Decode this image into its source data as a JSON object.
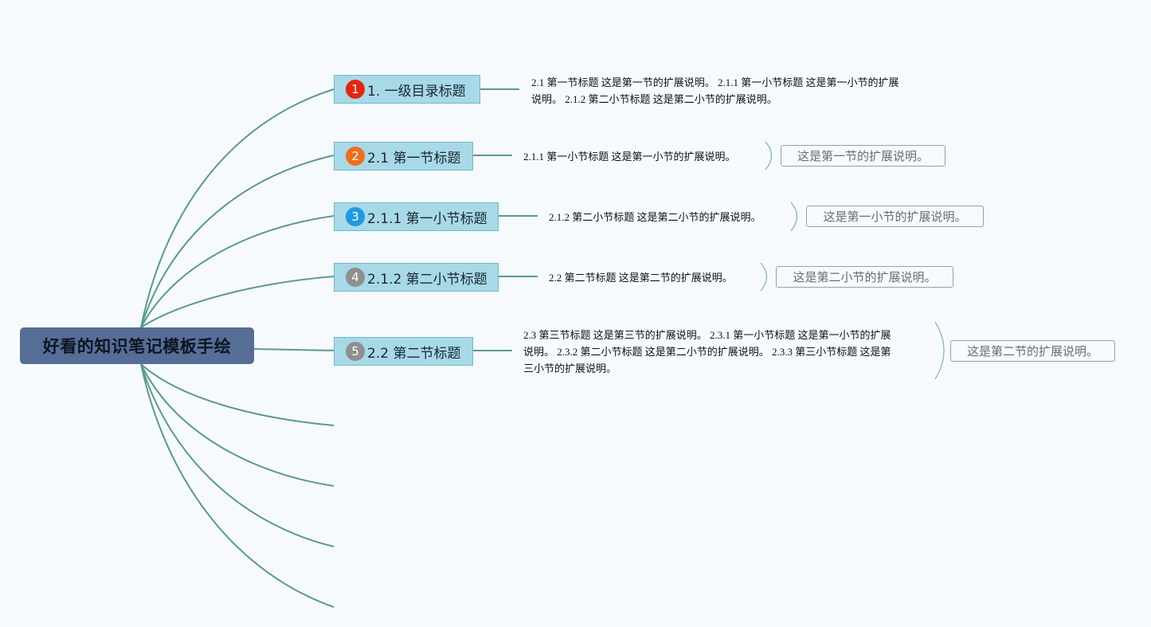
{
  "root": {
    "title": "好看的知识笔记模板手绘"
  },
  "topics": [
    {
      "badge": "1",
      "label": "1. 一级目录标题",
      "badge_color": "#e3260f"
    },
    {
      "badge": "2",
      "label": "2.1 第一节标题",
      "badge_color": "#ee6f1d"
    },
    {
      "badge": "3",
      "label": "2.1.1 第一小节标题",
      "badge_color": "#1e9ae0"
    },
    {
      "badge": "4",
      "label": "2.1.2 第二小节标题",
      "badge_color": "#8f8f8f"
    },
    {
      "badge": "5",
      "label": "2.2 第二节标题",
      "badge_color": "#8f8f8f"
    }
  ],
  "details": [
    {
      "line1": "2.1 第一节标题 这是第一节的扩展说明。 2.1.1 第一小节标题 这是第一小节的扩展",
      "line2": "说明。 2.1.2 第二小节标题 这是第二小节的扩展说明。"
    },
    {
      "line1": "2.1.1 第一小节标题 这是第一小节的扩展说明。"
    },
    {
      "line1": "2.1.2 第二小节标题 这是第二小节的扩展说明。"
    },
    {
      "line1": "2.2 第二节标题 这是第二节的扩展说明。"
    },
    {
      "line1": "2.3 第三节标题 这是第三节的扩展说明。 2.3.1 第一小节标题 这是第一小节的扩展",
      "line2": "说明。 2.3.2 第二小节标题 这是第二小节的扩展说明。 2.3.3 第三小节标题 这是第",
      "line3": "三小节的扩展说明。"
    }
  ],
  "notes": [
    {
      "text": "这是第一节的扩展说明。"
    },
    {
      "text": "这是第一小节的扩展说明。"
    },
    {
      "text": "这是第二小节的扩展说明。"
    },
    {
      "text": "这是第二节的扩展说明。"
    }
  ],
  "colors": {
    "branch_line": "#5a9a8c",
    "bracket_line": "#7fb5a8",
    "root_fill": "#566e96",
    "topic_fill": "#a8d9e8",
    "topic_border": "#6fb9c4",
    "background": "#f6fafd"
  }
}
